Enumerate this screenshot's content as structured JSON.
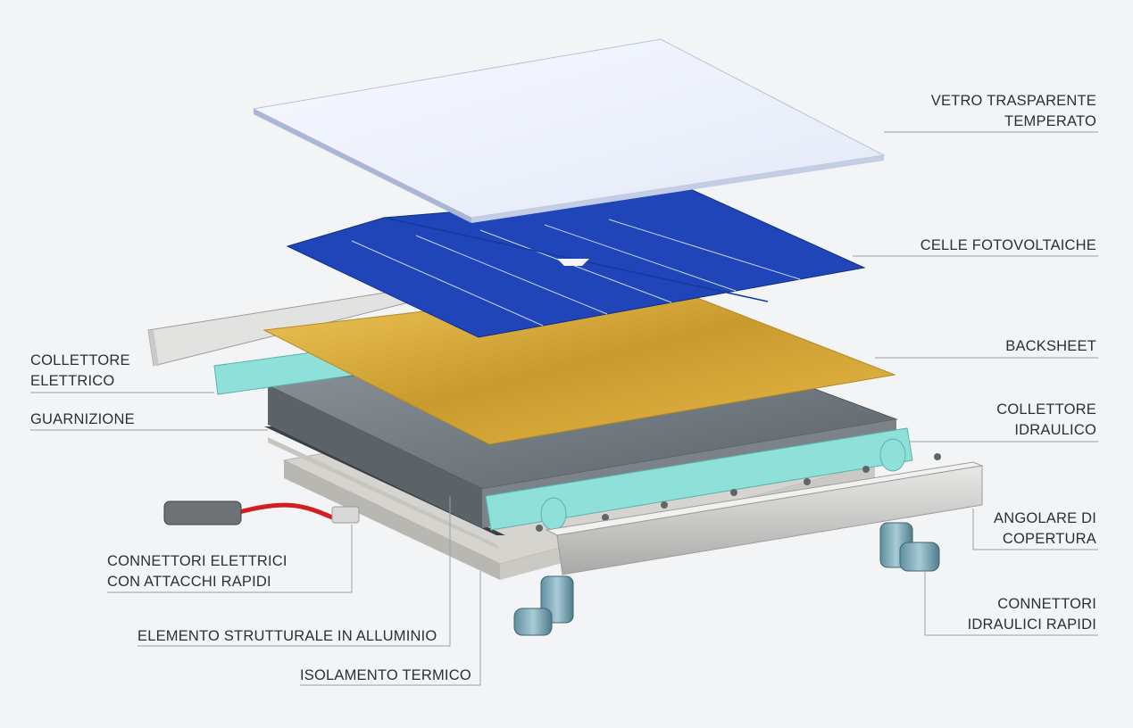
{
  "labels": {
    "vetro": [
      "VETRO TRASPARENTE",
      "TEMPERATO"
    ],
    "celle": [
      "CELLE FOTOVOLTAICHE"
    ],
    "backsheet": [
      "BACKSHEET"
    ],
    "collettore_idraulico": [
      "COLLETTORE",
      "IDRAULICO"
    ],
    "angolare": [
      "ANGOLARE DI",
      "COPERTURA"
    ],
    "connettori_idraulici": [
      "CONNETTORI",
      "IDRAULICI RAPIDI"
    ],
    "collettore_elettrico": [
      "COLLETTORE",
      "ELETTRICO"
    ],
    "guarnizione": [
      "GUARNIZIONE"
    ],
    "connettori_elettrici": [
      "CONNETTORI ELETTRICI",
      "CON ATTACCHI RAPIDI"
    ],
    "elemento_strutturale": [
      "ELEMENTO STRUTTURALE IN ALLUMINIO"
    ],
    "isolamento": [
      "ISOLAMENTO TERMICO"
    ]
  },
  "colors": {
    "background": "#f3f4f6",
    "glass": "#eef2fb",
    "cells": "#1f45b8",
    "backsheet": "#e6b94a",
    "aluminium": "#6f787e",
    "collector": "#8fe0d8",
    "insulation": "#d9d7d3",
    "leader_line": "#9aa1a8"
  },
  "icons": {
    "electric_connector": "plug-icon",
    "hydraulic_connector": "elbow-pipe-icon"
  }
}
